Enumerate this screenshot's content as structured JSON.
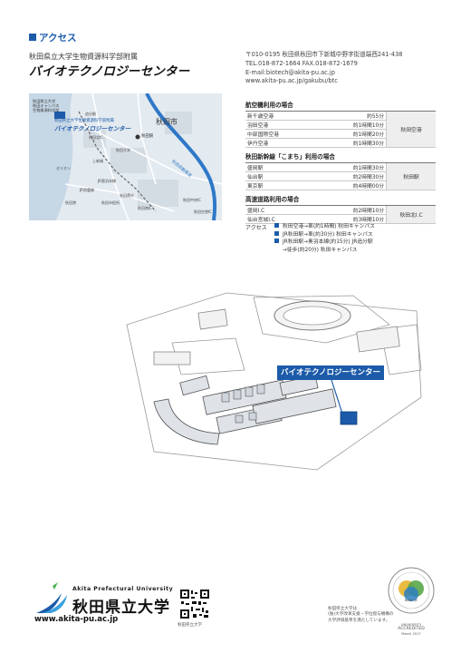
{
  "section_title": "アクセス",
  "subtitle": "秋田県立大学生物資源科学部附属",
  "center_name": "バイオテクノロジーセンター",
  "address": {
    "postal": "〒010-0195 秋田県秋田市下新城中野字街道端西241-438",
    "tel_fax": "TEL.018-872-1664  FAX.018-872-1679",
    "email": "E-mail:biotech@akita-pu.ac.jp",
    "web": "www.akita-pu.ac.jp/gakubu/btc"
  },
  "map": {
    "top_labels": [
      "秋田県立大学",
      "秋田キャンパス",
      "生物資源科学部"
    ],
    "legend_sub": "秋田県立大学生物資源科学部附属",
    "legend_title": "バイオテクノロジーセンター",
    "city": "秋田市",
    "highway": "秋田自動車道",
    "station": "秋田駅",
    "labels": [
      "追分駅",
      "秋田北IC",
      "秋田中央IC",
      "秋田南IC",
      "秋田空港IC",
      "セリオン",
      "上新城",
      "秋田大学",
      "秋田県庁",
      "秋田市役所",
      "秋田港",
      "JR奥羽本線",
      "JR男鹿線"
    ]
  },
  "tables": [
    {
      "heading": "航空機利用の場合",
      "dest": "秋田空港",
      "rows": [
        {
          "from": "新千歳空港",
          "time": "約55分"
        },
        {
          "from": "羽田空港",
          "time": "約1時間10分"
        },
        {
          "from": "中部国際空港",
          "time": "約1時間20分"
        },
        {
          "from": "伊丹空港",
          "time": "約1時間30分"
        }
      ]
    },
    {
      "heading": "秋田新幹線「こまち」利用の場合",
      "dest": "秋田駅",
      "rows": [
        {
          "from": "盛岡駅",
          "time": "約1時間30分"
        },
        {
          "from": "仙台駅",
          "time": "約2時間30分"
        },
        {
          "from": "東京駅",
          "time": "約4時間00分"
        }
      ]
    },
    {
      "heading": "高速道路利用の場合",
      "dest": "秋田北I.C",
      "rows": [
        {
          "from": "盛岡I.C",
          "time": "約2時間10分"
        },
        {
          "from": "仙台宮城I.C",
          "time": "約3時間10分"
        }
      ]
    }
  ],
  "access_label": "アクセス",
  "routes": [
    "秋田空港→車(約1時間) 秋田キャンパス",
    "JR秋田駅→車(約30分) 秋田キャンパス",
    "JR秋田駅→奥羽本線(約15分) JR追分駅",
    "→徒歩(約20分) 秋田キャンパス"
  ],
  "callout": "バイオテクノロジーセンター",
  "logo": {
    "en": "Akita Prefectural University",
    "ja": "秋田県立大学",
    "url": "www.akita-pu.ac.jp"
  },
  "qr_caption": "秋田県立大学",
  "note": [
    "秋田県立大学は",
    "(独)大学改革支援・学位授与機構の",
    "大学評価基準を満たしています。"
  ],
  "seal": {
    "top": "NIAD-QE",
    "line1": "UNIVERSITY",
    "line2": "ACCREDITED",
    "line3": "March 2017"
  },
  "colors": {
    "accent": "#1c5ba9",
    "highway": "#2f78c8",
    "map_bg": "#e3eaf0"
  }
}
